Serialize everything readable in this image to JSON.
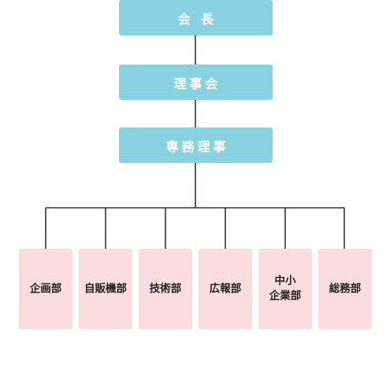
{
  "colors": {
    "top_box": "#89d2e1",
    "dept_box": "#fbdddf",
    "line": "#333333"
  },
  "org": {
    "president": "会 長",
    "board": "理事会",
    "managing_director": "専務理事",
    "departments": [
      {
        "label": "企画部"
      },
      {
        "label": "自販機部"
      },
      {
        "label": "技術部"
      },
      {
        "label": "広報部"
      },
      {
        "label": "中小\n企業部"
      },
      {
        "label": "総務部"
      }
    ]
  }
}
